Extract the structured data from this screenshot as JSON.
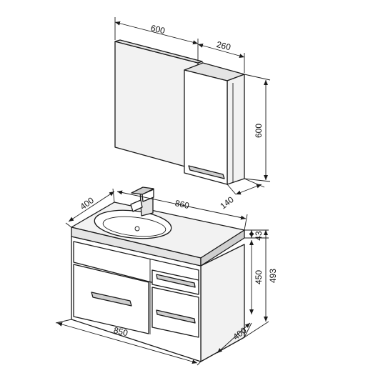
{
  "dimensions": {
    "mirror_width": "600",
    "cabinet_width": "260",
    "cabinet_height": "600",
    "cabinet_depth": "140",
    "basin_width": "860",
    "basin_depth": "400",
    "basin_thickness": "43",
    "vanity_height": "450",
    "total_height": "493",
    "vanity_width": "850",
    "vanity_depth": "400"
  },
  "colors": {
    "line": "#1a1a1a",
    "background": "#ffffff"
  }
}
